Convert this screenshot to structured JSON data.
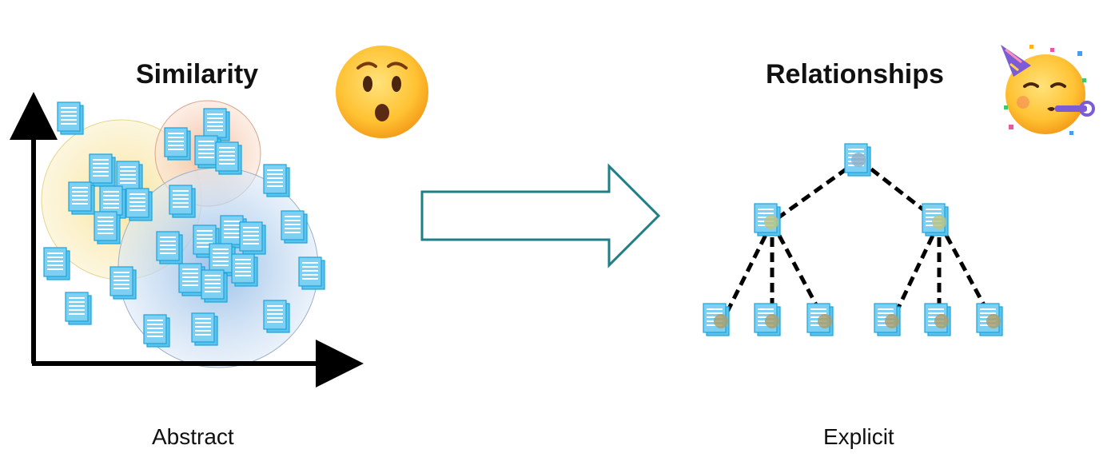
{
  "left": {
    "title": "Similarity",
    "caption": "Abstract",
    "emoji": "hushed-face",
    "clusters": [
      "yellow",
      "orange",
      "blue"
    ]
  },
  "right": {
    "title": "Relationships",
    "caption": "Explicit",
    "emoji": "partying-face",
    "tree": {
      "root": 1,
      "children": 2,
      "leaves_per_child": 3
    }
  },
  "center": {
    "arrow": "right-arrow"
  },
  "colors": {
    "doc_blue": "#5ec3ec",
    "doc_line": "#1aa3dd",
    "arrow_stroke": "#1e7f86",
    "axis": "#000000",
    "yellow_cluster": "#f5d98a",
    "orange_cluster": "#f0b89a",
    "blue_cluster": "#a9c9ea",
    "node_dot": "#9aa86a"
  }
}
